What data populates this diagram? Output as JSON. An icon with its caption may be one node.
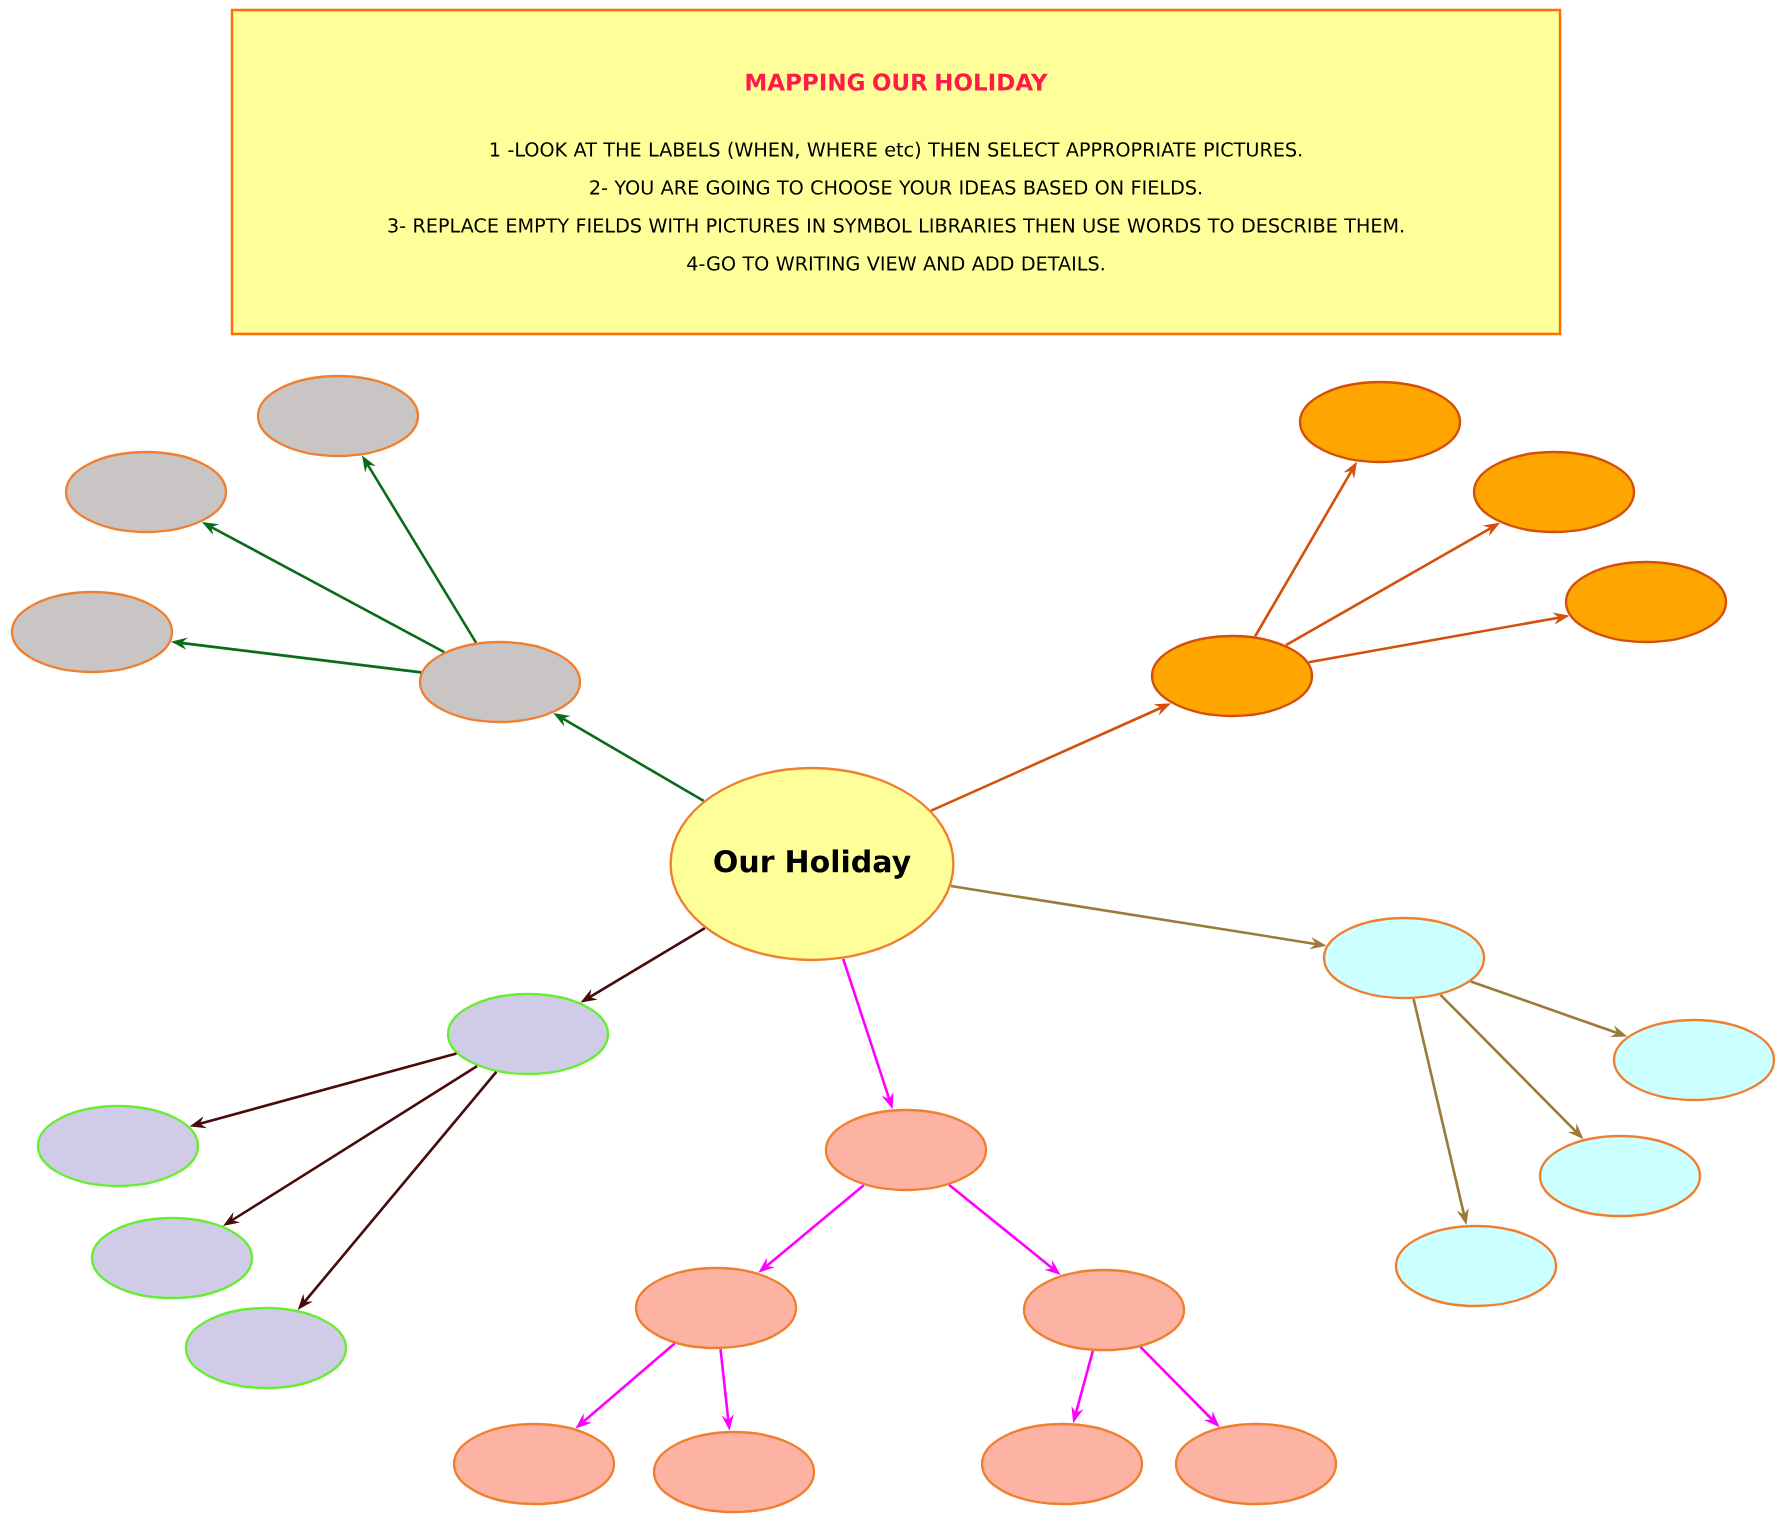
{
  "diagram": {
    "nodes": [
      {
        "text": [
          "MAPPING OUR HOLIDAY",
          "1 -LOOK AT THE LABELS (WHEN, WHERE etc) THEN SELECT APPROPRIATE PICTURES.",
          "2- YOU ARE GOING TO CHOOSE YOUR IDEAS BASED ON FIELDS.",
          "3- REPLACE EMPTY FIELDS WITH PICTURES IN SYMBOL LIBRARIES THEN USE WORDS TO DESCRIBE THEM.",
          "4-GO TO WRITING VIEW AND ADD DETAILS."
        ]
      },
      {
        "text": [
          "Our Holiday"
        ]
      },
      {
        "text": [],
        "shape": "ellipse"
      },
      {
        "text": [],
        "shape": "ellipse"
      },
      {
        "text": [],
        "shape": "ellipse"
      },
      {
        "text": [],
        "shape": "ellipse"
      },
      {
        "text": [],
        "shape": "ellipse"
      },
      {
        "text": [],
        "shape": "ellipse"
      },
      {
        "text": [],
        "shape": "ellipse"
      },
      {
        "text": [],
        "shape": "ellipse"
      },
      {
        "text": [],
        "shape": "ellipse"
      },
      {
        "text": [],
        "shape": "ellipse"
      },
      {
        "text": [],
        "shape": "ellipse"
      },
      {
        "text": [],
        "shape": "ellipse"
      },
      {
        "text": [],
        "shape": "ellipse"
      },
      {
        "text": [],
        "shape": "ellipse"
      },
      {
        "text": [],
        "shape": "ellipse"
      },
      {
        "text": [],
        "shape": "ellipse"
      },
      {
        "text": [],
        "shape": "ellipse"
      },
      {
        "text": [],
        "shape": "ellipse"
      },
      {
        "text": [],
        "shape": "ellipse"
      },
      {
        "text": [],
        "shape": "ellipse"
      },
      {
        "text": [],
        "shape": "ellipse"
      },
      {
        "text": [],
        "shape": "ellipse"
      },
      {
        "text": [],
        "shape": "ellipse"
      }
    ],
    "edges": [
      {
        "from": 1,
        "to": 2,
        "arrow": "to",
        "color": "#0b6b1a"
      },
      {
        "from": 2,
        "to": 3,
        "arrow": "to",
        "color": "#0b6b1a"
      },
      {
        "from": 2,
        "to": 4,
        "arrow": "to",
        "color": "#0b6b1a"
      },
      {
        "from": 2,
        "to": 5,
        "arrow": "to",
        "color": "#0b6b1a"
      },
      {
        "from": 1,
        "to": 6,
        "arrow": "to",
        "color": "#d4500a"
      },
      {
        "from": 6,
        "to": 7,
        "arrow": "to",
        "color": "#d4500a"
      },
      {
        "from": 6,
        "to": 8,
        "arrow": "to",
        "color": "#d4500a"
      },
      {
        "from": 6,
        "to": 9,
        "arrow": "to",
        "color": "#d4500a"
      },
      {
        "from": 1,
        "to": 10,
        "arrow": "to",
        "color": "#9b7a3a"
      },
      {
        "from": 10,
        "to": 11,
        "arrow": "to",
        "color": "#9b7a3a"
      },
      {
        "from": 10,
        "to": 12,
        "arrow": "to",
        "color": "#9b7a3a"
      },
      {
        "from": 10,
        "to": 13,
        "arrow": "to",
        "color": "#9b7a3a"
      },
      {
        "from": 1,
        "to": 14,
        "arrow": "to",
        "color": "#4a0a0a"
      },
      {
        "from": 14,
        "to": 15,
        "arrow": "to",
        "color": "#4a0a0a"
      },
      {
        "from": 14,
        "to": 16,
        "arrow": "to",
        "color": "#4a0a0a"
      },
      {
        "from": 14,
        "to": 17,
        "arrow": "to",
        "color": "#4a0a0a"
      },
      {
        "from": 1,
        "to": 18,
        "arrow": "to",
        "color": "#ff00ff"
      },
      {
        "from": 18,
        "to": 19,
        "arrow": "to",
        "color": "#ff00ff"
      },
      {
        "from": 18,
        "to": 20,
        "arrow": "to",
        "color": "#ff00ff"
      },
      {
        "from": 19,
        "to": 21,
        "arrow": "to",
        "color": "#ff00ff"
      },
      {
        "from": 19,
        "to": 22,
        "arrow": "to",
        "color": "#ff00ff"
      },
      {
        "from": 20,
        "to": 23,
        "arrow": "to",
        "color": "#ff00ff"
      },
      {
        "from": 20,
        "to": 24,
        "arrow": "to",
        "color": "#ff00ff"
      }
    ]
  }
}
